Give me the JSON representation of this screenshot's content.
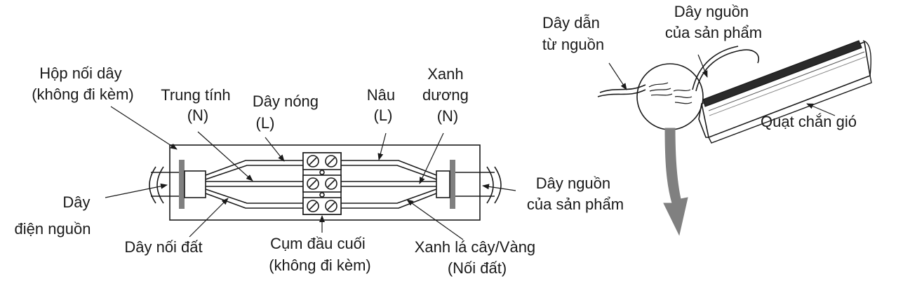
{
  "left_diagram": {
    "junction_box": [
      "Hộp nối dây",
      "(không đi kèm)"
    ],
    "neutral": [
      "Trung tính",
      "(N)"
    ],
    "live": [
      "Dây nóng",
      "(L)"
    ],
    "brown": [
      "Nâu",
      "(L)"
    ],
    "blue": [
      "Xanh",
      "dương",
      "(N)"
    ],
    "mains_cable": [
      "Dây",
      "điện nguồn"
    ],
    "product_cable": [
      "Dây nguồn",
      "của sản phẩm"
    ],
    "earth_wire": "Dây nối đất",
    "terminal_block": [
      "Cụm đầu cuối",
      "(không đi kèm)"
    ],
    "green_yellow": [
      "Xanh lá cây/Vàng",
      "(Nối đất)"
    ]
  },
  "right_diagram": {
    "supply_wire": [
      "Dây dẫn",
      "từ nguồn"
    ],
    "product_cable": [
      "Dây nguồn",
      "của sản phẩm"
    ],
    "air_curtain": "Quạt chắn gió"
  }
}
